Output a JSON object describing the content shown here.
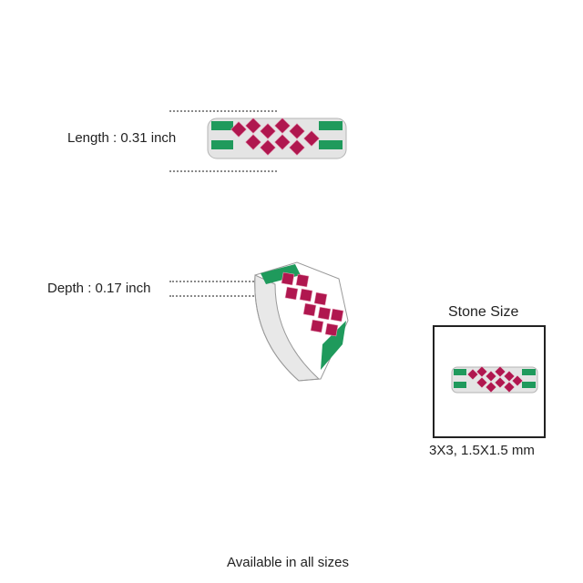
{
  "length_label": "Length : 0.31 inch",
  "depth_label": "Depth : 0.17 inch",
  "stone_size_title": "Stone Size",
  "stone_size_value": "3X3, 1.5X1.5 mm",
  "footer_text": "Available in all sizes",
  "colors": {
    "ruby": "#b0174f",
    "ruby_light": "#d23a6e",
    "emerald": "#1f9a5c",
    "metal": "#d9d9d9",
    "dots": "#8a8a8a"
  }
}
